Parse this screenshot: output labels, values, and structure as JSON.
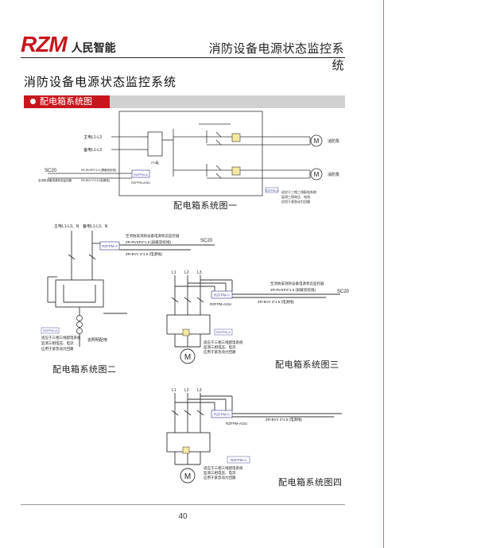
{
  "header": {
    "brand_mark": "RZM",
    "brand_name": "人民智能",
    "title": "消防设备电源状态监控系统"
  },
  "page_heading": "消防设备电源状态监控系统",
  "section_label": "配电箱系统图",
  "colors": {
    "brand_red": "#c8161d",
    "section_bar_gray": "#d0d0d0",
    "module_blue": "#4a4aa0",
    "edge_rule_red": "#e06a6a"
  },
  "diagram1": {
    "caption": "配电箱系统图一",
    "main_supply": "主电L1-L3",
    "backup_supply": "备电L1-L3",
    "pc_label": "PC级",
    "motor_symbol": "M",
    "load1": "消防泵",
    "load2": "消防泵",
    "sc20": "SC20",
    "cable1": "ZR-RVSP2*1.5 (屏蔽双绞线)",
    "cable2": "ZR-BVV 2*1.5 (电源线)",
    "monitor_link": "至消防设备电源状态监控器",
    "module_tag": "RZFPM-A",
    "module_tag2": "RZFPM-A/3U",
    "note_tag": "RZFPM-A",
    "note_line1": "适应于三相三线配电系统",
    "note_line2": "监测三相电压、电流",
    "note_line3": "应用于紧急动力回路"
  },
  "diagram2": {
    "caption": "配电箱系统图二",
    "main_supply": "主电L1-L3、N",
    "backup_supply": "备电L1-L3、N",
    "module_tag": "RZFPM-A",
    "monitor_link": "至消防安消防设备电源状态监控器",
    "cable1": "ZR-RVSP2*1.5 (屏蔽双绞线)",
    "cable2": "ZR-BVV 2*1.5 (电源线)",
    "sc20": "SC20",
    "note_tag": "RZFPM-A",
    "note_line1": "适应于三相三线配电系统",
    "note_line2": "监测三相电压、电流",
    "note_line3": "应用于紧急动力回路",
    "load": "去照明配电"
  },
  "diagram3": {
    "caption": "配电箱系统图三",
    "phases": [
      "L1",
      "L2",
      "L3"
    ],
    "module_tag": "RZFPM-A",
    "module_model": "RZFPM-A/3U",
    "monitor_link": "至消防安消防设备电源状态监控器",
    "cable1": "ZR-RVSP2*1.5 (屏蔽双绞线)",
    "cable2": "ZR-BVV 2*1.5 (电源线)",
    "sc20": "SC20",
    "motor_symbol": "M",
    "note_tag": "RZFPM-A",
    "note_line1": "适应于三相三线配电系统",
    "note_line2": "监测三相电压、电流",
    "note_line3": "应用于紧急动力回路"
  },
  "diagram4": {
    "caption": "配电箱系统图四",
    "phases": [
      "L1",
      "L2",
      "L3"
    ],
    "module_tag": "RZFPM-A",
    "module_model": "RZFPM-A/3U",
    "cable": "ZR-BVV 2*1.5 (电源线)",
    "motor_symbol": "M",
    "note_tag": "RZFPM-A",
    "note_line1": "适应于三相三线配电系统",
    "note_line2": "监测三相电压、电流",
    "note_line3": "应用于紧急动力回路"
  },
  "page_number": "40"
}
